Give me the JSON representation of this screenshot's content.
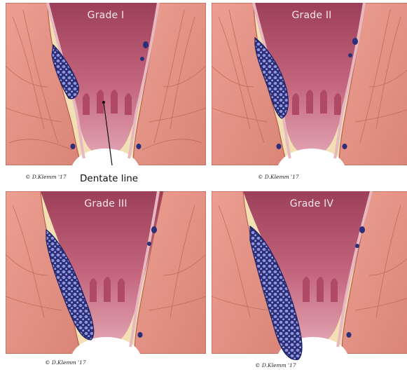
{
  "panels": [
    {
      "id": "grade-1",
      "title": "Grade I",
      "credit": "© D.Klemm '17"
    },
    {
      "id": "grade-2",
      "title": "Grade II",
      "credit": "© D.Klemm '17"
    },
    {
      "id": "grade-3",
      "title": "Grade III",
      "credit": "© D.Klemm '17"
    },
    {
      "id": "grade-4",
      "title": "Grade IV",
      "credit": "© D.Klemm '17"
    }
  ],
  "annotation": {
    "dentate_line": "Dentate line"
  },
  "colors": {
    "muscle": "#e89a8e",
    "muscle_line": "#b9614f",
    "fat": "#f3dfb4",
    "lumen": "#b34f66",
    "mucosa": "#d9879a",
    "hemorrhoid": "#2b2f7a",
    "hemorrhoid_cell": "#8f94d6"
  }
}
